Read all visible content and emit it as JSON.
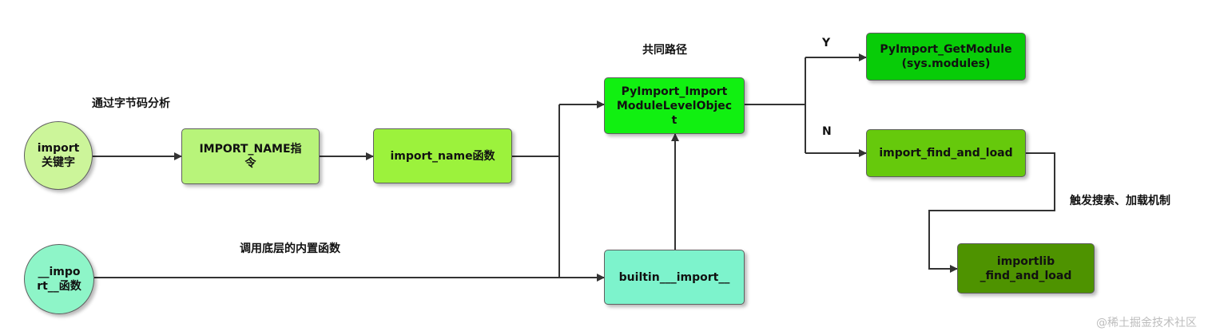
{
  "nodes": {
    "import_keyword": "import\n关键字",
    "import_name_instr": "IMPORT_NAME指\n令",
    "import_name_func": "import_name函数",
    "import_module_level": "PyImport_Import\nModuleLevelObjec\nt",
    "get_module": "PyImport_GetModule\n(sys.modules)",
    "find_and_load": "import_find_and_load",
    "importlib_find": "importlib\n_find_and_load",
    "dunder_import_func": "__impo\nrt__函数",
    "builtin_import": "builtin___import__"
  },
  "labels": {
    "bytecode_analysis": "通过字节码分析",
    "common_path": "共同路径",
    "yes": "Y",
    "no": "N",
    "call_builtin": "调用底层的内置函数",
    "trigger_search": "触发搜索、加载机制"
  },
  "watermark": "@稀土掘金技术社区",
  "colors": {
    "import_keyword": "#ccf59a",
    "import_name_instr": "#b8f47a",
    "import_name_func": "#9cf23c",
    "import_module_level": "#11f011",
    "get_module": "#08cc08",
    "find_and_load": "#66c90c",
    "importlib_find": "#4e9300",
    "dunder_import_func": "#8ef5c8",
    "builtin_import": "#7df3cc",
    "edge": "#333333"
  }
}
